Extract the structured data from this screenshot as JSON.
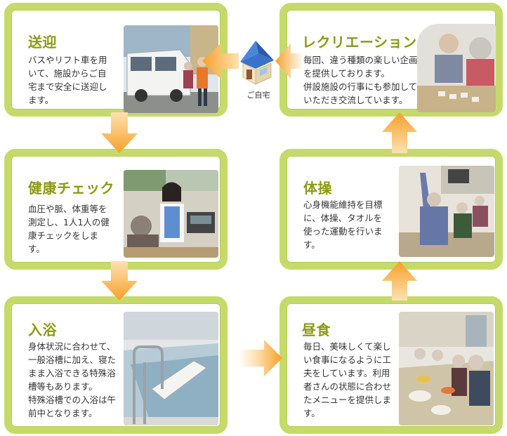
{
  "steps": {
    "pickup": {
      "title": "送迎",
      "text": "バスやリフト車を用\nいて、施設からご自\n宅まで安全に送迎し\nます。"
    },
    "health": {
      "title": "健康チェック",
      "text": "血圧や脈、体重等を\n測定し、1人1人の健\n康チェックをしま\nす。"
    },
    "bath": {
      "title": "入浴",
      "text": "身体状況に合わせて、\n一般浴槽に加え、寝た\nまま入浴できる特殊浴\n槽等もあります。\n特殊浴槽での入浴は午\n前中となります。"
    },
    "lunch": {
      "title": "昼食",
      "text": "毎日、美味しくて楽し\nい食事になるように工\n夫をしています。利用\n者さんの状態に合わせ\nたメニューを提供しま\nす。"
    },
    "exercise": {
      "title": "体操",
      "text": "心身機能維持を目標\nに、体操、タオルを\n使った運動を行いま\nす。"
    },
    "recreation": {
      "title": "レクリエーション",
      "text": "毎回、違う種類の楽しい企画\nを提供しております。\n併設施設の行事にも参加して\nいただき交流しています。"
    }
  },
  "home": {
    "label": "ご自宅",
    "icon": "house-icon"
  },
  "colors": {
    "frame": "#c6da6a",
    "title": "#8b9a12",
    "arrow_orange": "#f7a02a",
    "arrow_light": "#fde1b0",
    "house_roof": "#3b72c9"
  }
}
